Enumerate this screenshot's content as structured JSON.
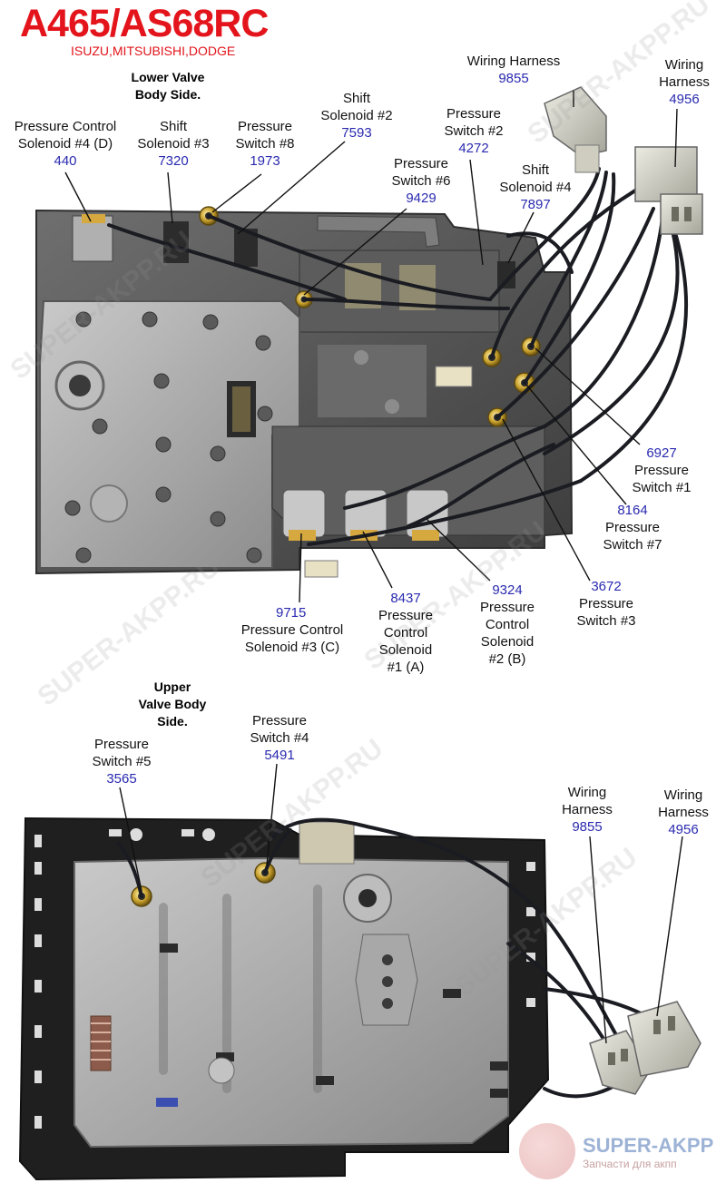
{
  "header": {
    "title": "A465/AS68RC",
    "subtitle": "ISUZU,MITSUBISHI,DODGE"
  },
  "lower_side": {
    "heading_line1": "Lower Valve",
    "heading_line2": "Body Side.",
    "labels": [
      {
        "key": "pcs4",
        "lines": [
          "Pressure Control",
          "Solenoid #4 (D)"
        ],
        "num": "440"
      },
      {
        "key": "ss3",
        "lines": [
          "Shift",
          "Solenoid #3"
        ],
        "num": "7320"
      },
      {
        "key": "ps8",
        "lines": [
          "Pressure",
          "Switch #8"
        ],
        "num": "1973"
      },
      {
        "key": "ss2",
        "lines": [
          "Shift",
          "Solenoid #2"
        ],
        "num": "7593"
      },
      {
        "key": "ps6",
        "lines": [
          "Pressure",
          "Switch #6"
        ],
        "num": "9429"
      },
      {
        "key": "ps2",
        "lines": [
          "Pressure",
          "Switch #2"
        ],
        "num": "4272"
      },
      {
        "key": "ss4",
        "lines": [
          "Shift",
          "Solenoid #4"
        ],
        "num": "7897"
      },
      {
        "key": "wh9855",
        "lines": [
          "Wiring Harness"
        ],
        "num": "9855"
      },
      {
        "key": "wh4956",
        "lines": [
          "Wiring",
          "Harness"
        ],
        "num": "4956"
      },
      {
        "key": "ps1",
        "num_first": true,
        "lines": [
          "Pressure",
          "Switch #1"
        ],
        "num": "6927"
      },
      {
        "key": "ps7",
        "num_first": true,
        "lines": [
          "Pressure",
          "Switch #7"
        ],
        "num": "8164"
      },
      {
        "key": "ps3",
        "num_first": true,
        "lines": [
          "Pressure",
          "Switch #3"
        ],
        "num": "3672"
      },
      {
        "key": "pcs2",
        "num_first": true,
        "lines": [
          "Pressure",
          "Control",
          "Solenoid",
          "#2 (B)"
        ],
        "num": "9324"
      },
      {
        "key": "pcs1",
        "num_first": true,
        "lines": [
          "Pressure",
          "Control",
          "Solenoid",
          "#1 (A)"
        ],
        "num": "8437"
      },
      {
        "key": "pcs3",
        "num_first": true,
        "lines": [
          "Pressure Control",
          "Solenoid #3 (C)"
        ],
        "num": "9715"
      }
    ]
  },
  "upper_side": {
    "heading_line1": "Upper",
    "heading_line2": "Valve Body",
    "heading_line3": "Side.",
    "labels": [
      {
        "key": "ps5",
        "lines": [
          "Pressure",
          "Switch #5"
        ],
        "num": "3565"
      },
      {
        "key": "ps4",
        "lines": [
          "Pressure",
          "Switch #4"
        ],
        "num": "5491"
      },
      {
        "key": "uwh9855",
        "lines": [
          "Wiring",
          "Harness"
        ],
        "num": "9855"
      },
      {
        "key": "uwh4956",
        "lines": [
          "Wiring",
          "Harness"
        ],
        "num": "4956"
      }
    ]
  },
  "watermark": "SUPER-AKPP.RU",
  "logo": {
    "name": "SUPER-AKPP",
    "tagline": "Запчасти для акпп"
  },
  "colors": {
    "title": "#e3141b",
    "part_number": "#2a2ab0",
    "plate": "#9a9a9a",
    "gasket": "#1d1d1d",
    "wire": "#1a1c22"
  }
}
